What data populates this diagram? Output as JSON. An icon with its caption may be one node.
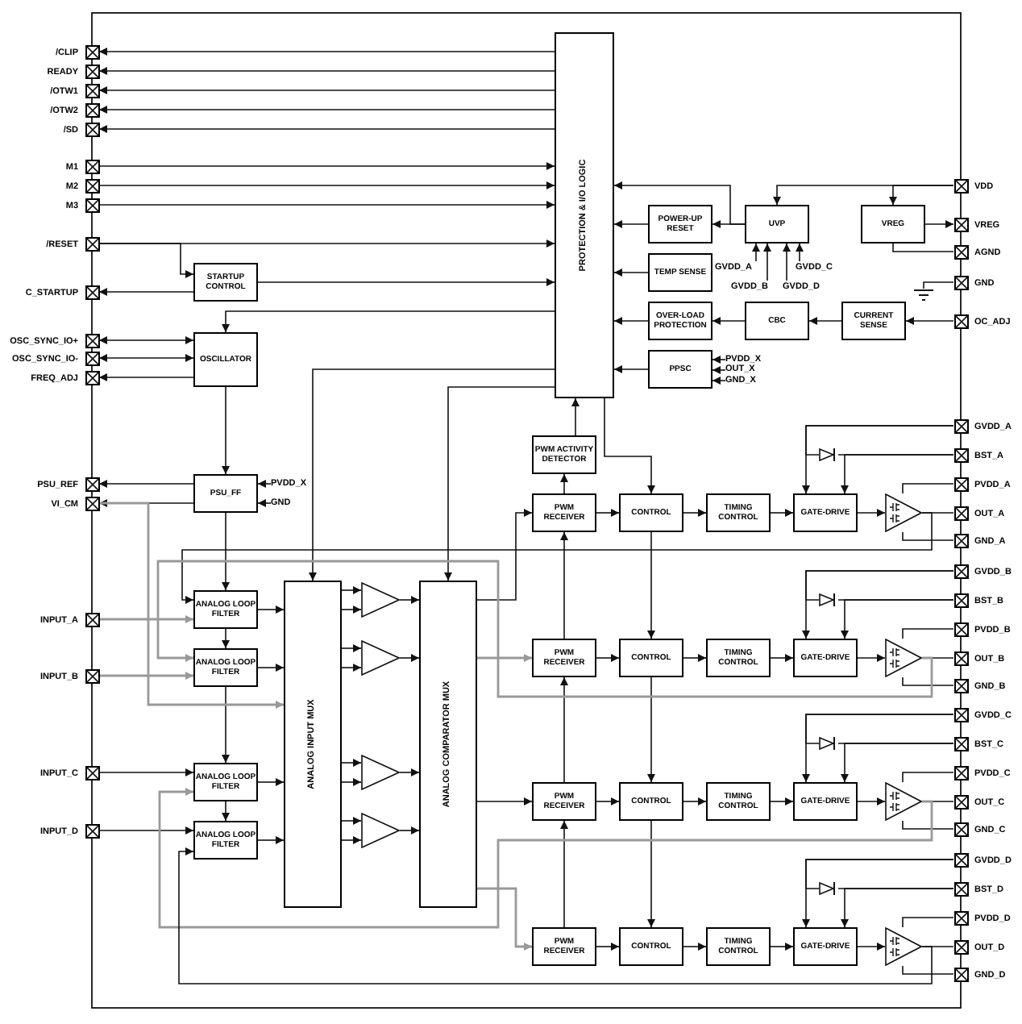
{
  "diagram": {
    "nodes": [
      {
        "text": [],
        "shape": "box",
        "beside": [
          "/CLIP"
        ]
      },
      {
        "text": [],
        "shape": "box",
        "beside": [
          "READY"
        ]
      },
      {
        "text": [],
        "shape": "box",
        "beside": [
          "/OTW1"
        ]
      },
      {
        "text": [],
        "shape": "box",
        "beside": [
          "/OTW2"
        ]
      },
      {
        "text": [],
        "shape": "box",
        "beside": [
          "/SD"
        ]
      },
      {
        "text": [],
        "shape": "box",
        "beside": [
          "M1"
        ]
      },
      {
        "text": [],
        "shape": "box",
        "beside": [
          "M2"
        ]
      },
      {
        "text": [],
        "shape": "box",
        "beside": [
          "M3"
        ]
      },
      {
        "text": [],
        "shape": "box",
        "beside": [
          "/RESET"
        ]
      },
      {
        "text": [],
        "shape": "box",
        "beside": [
          "C_STARTUP"
        ]
      },
      {
        "text": [],
        "shape": "box",
        "beside": [
          "OSC_SYNC_IO+"
        ]
      },
      {
        "text": [],
        "shape": "box",
        "beside": [
          "OSC_SYNC_IO-"
        ]
      },
      {
        "text": [],
        "shape": "box",
        "beside": [
          "FREQ_ADJ"
        ]
      },
      {
        "text": [],
        "shape": "box",
        "beside": [
          "PSU_REF"
        ]
      },
      {
        "text": [],
        "shape": "box",
        "beside": [
          "VI_CM"
        ]
      },
      {
        "text": [],
        "shape": "box",
        "beside": [
          "INPUT_A"
        ]
      },
      {
        "text": [],
        "shape": "box",
        "beside": [
          "INPUT_B"
        ]
      },
      {
        "text": [],
        "shape": "box",
        "beside": [
          "INPUT_C"
        ]
      },
      {
        "text": [],
        "shape": "box",
        "beside": [
          "INPUT_D"
        ]
      },
      {
        "text": [
          "PROTECTION & I/O LOGIC"
        ]
      },
      {
        "text": [
          "POWER-UP RESET"
        ]
      },
      {
        "text": [
          "UVP"
        ]
      },
      {
        "text": [
          "VREG"
        ]
      },
      {
        "text": [
          "TEMP SENSE"
        ]
      },
      {
        "text": [
          "OVER-LOAD PROTECTION"
        ]
      },
      {
        "text": [
          "CBC"
        ]
      },
      {
        "text": [
          "CURRENT SENSE"
        ]
      },
      {
        "text": [
          "PPSC"
        ]
      },
      {
        "text": [
          "STARTUP CONTROL"
        ]
      },
      {
        "text": [
          "OSCILLATOR"
        ]
      },
      {
        "text": [
          "PSU_FF"
        ]
      },
      {
        "text": [
          "PWM ACTIVITY DETECTOR"
        ]
      },
      {
        "text": [],
        "shape": "box",
        "beside": [
          "VDD"
        ]
      },
      {
        "text": [],
        "shape": "box",
        "beside": [
          "VREG"
        ]
      },
      {
        "text": [],
        "shape": "box",
        "beside": [
          "AGND"
        ]
      },
      {
        "text": [],
        "shape": "box",
        "beside": [
          "GND"
        ]
      },
      {
        "text": [],
        "shape": "box",
        "beside": [
          "OC_ADJ"
        ]
      },
      {
        "text": [],
        "shape": "ground"
      },
      {
        "text": [
          "GVDD_A"
        ]
      },
      {
        "text": [
          "GVDD_B"
        ]
      },
      {
        "text": [
          "GVDD_C"
        ]
      },
      {
        "text": [
          "GVDD_D"
        ]
      },
      {
        "text": [
          "PVDD_X"
        ]
      },
      {
        "text": [
          "OUT_X"
        ]
      },
      {
        "text": [
          "GND_X"
        ]
      },
      {
        "text": [
          "PVDD_X"
        ]
      },
      {
        "text": [
          "GND"
        ]
      },
      {
        "text": [
          "ANALOG LOOP FILTER"
        ]
      },
      {
        "text": [
          "ANALOG LOOP FILTER"
        ]
      },
      {
        "text": [
          "ANALOG LOOP FILTER"
        ]
      },
      {
        "text": [
          "ANALOG LOOP FILTER"
        ]
      },
      {
        "text": [
          "ANALOG INPUT MUX"
        ]
      },
      {
        "text": [],
        "shape": "triangle"
      },
      {
        "text": [],
        "shape": "triangle"
      },
      {
        "text": [],
        "shape": "triangle"
      },
      {
        "text": [],
        "shape": "triangle"
      },
      {
        "text": [
          "ANALOG COMPARATOR MUX"
        ]
      },
      {
        "text": [
          "PWM RECEIVER"
        ]
      },
      {
        "text": [
          "CONTROL"
        ]
      },
      {
        "text": [
          "TIMING CONTROL"
        ]
      },
      {
        "text": [
          "GATE-DRIVE"
        ]
      },
      {
        "text": [],
        "shape": "diode"
      },
      {
        "text": [],
        "shape": "triangle"
      },
      {
        "text": [],
        "shape": "box",
        "beside": [
          "GVDD_A"
        ]
      },
      {
        "text": [],
        "shape": "box",
        "beside": [
          "BST_A"
        ]
      },
      {
        "text": [],
        "shape": "box",
        "beside": [
          "PVDD_A"
        ]
      },
      {
        "text": [],
        "shape": "box",
        "beside": [
          "OUT_A"
        ]
      },
      {
        "text": [],
        "shape": "box",
        "beside": [
          "GND_A"
        ]
      },
      {
        "text": [
          "PWM RECEIVER"
        ]
      },
      {
        "text": [
          "CONTROL"
        ]
      },
      {
        "text": [
          "TIMING CONTROL"
        ]
      },
      {
        "text": [
          "GATE-DRIVE"
        ]
      },
      {
        "text": [],
        "shape": "diode"
      },
      {
        "text": [],
        "shape": "triangle"
      },
      {
        "text": [],
        "shape": "box",
        "beside": [
          "GVDD_B"
        ]
      },
      {
        "text": [],
        "shape": "box",
        "beside": [
          "BST_B"
        ]
      },
      {
        "text": [],
        "shape": "box",
        "beside": [
          "PVDD_B"
        ]
      },
      {
        "text": [],
        "shape": "box",
        "beside": [
          "OUT_B"
        ]
      },
      {
        "text": [],
        "shape": "box",
        "beside": [
          "GND_B"
        ]
      },
      {
        "text": [
          "PWM RECEIVER"
        ]
      },
      {
        "text": [
          "CONTROL"
        ]
      },
      {
        "text": [
          "TIMING CONTROL"
        ]
      },
      {
        "text": [
          "GATE-DRIVE"
        ]
      },
      {
        "text": [],
        "shape": "diode"
      },
      {
        "text": [],
        "shape": "triangle"
      },
      {
        "text": [],
        "shape": "box",
        "beside": [
          "GVDD_C"
        ]
      },
      {
        "text": [],
        "shape": "box",
        "beside": [
          "BST_C"
        ]
      },
      {
        "text": [],
        "shape": "box",
        "beside": [
          "PVDD_C"
        ]
      },
      {
        "text": [],
        "shape": "box",
        "beside": [
          "OUT_C"
        ]
      },
      {
        "text": [],
        "shape": "box",
        "beside": [
          "GND_C"
        ]
      },
      {
        "text": [
          "PWM RECEIVER"
        ]
      },
      {
        "text": [
          "CONTROL"
        ]
      },
      {
        "text": [
          "TIMING CONTROL"
        ]
      },
      {
        "text": [
          "GATE-DRIVE"
        ]
      },
      {
        "text": [],
        "shape": "diode"
      },
      {
        "text": [],
        "shape": "triangle"
      },
      {
        "text": [],
        "shape": "box",
        "beside": [
          "GVDD_D"
        ]
      },
      {
        "text": [],
        "shape": "box",
        "beside": [
          "BST_D"
        ]
      },
      {
        "text": [],
        "shape": "box",
        "beside": [
          "PVDD_D"
        ]
      },
      {
        "text": [],
        "shape": "box",
        "beside": [
          "OUT_D"
        ]
      },
      {
        "text": [],
        "shape": "box",
        "beside": [
          "GND_D"
        ]
      }
    ],
    "edges": [
      {
        "from": 19,
        "to": 0,
        "arrow": "to"
      },
      {
        "from": 19,
        "to": 1,
        "arrow": "to"
      },
      {
        "from": 19,
        "to": 2,
        "arrow": "to"
      },
      {
        "from": 19,
        "to": 3,
        "arrow": "to"
      },
      {
        "from": 19,
        "to": 4,
        "arrow": "to"
      },
      {
        "from": 5,
        "to": 19,
        "arrow": "to"
      },
      {
        "from": 6,
        "to": 19,
        "arrow": "to"
      },
      {
        "from": 7,
        "to": 19,
        "arrow": "to"
      },
      {
        "from": 8,
        "to": 19,
        "arrow": "to"
      },
      {
        "from": 8,
        "to": 28,
        "arrow": "to"
      },
      {
        "from": 28,
        "to": 19,
        "arrow": "to"
      },
      {
        "from": 28,
        "to": 9,
        "arrow": "to"
      },
      {
        "from": 19,
        "to": 29,
        "arrow": "to"
      },
      {
        "from": 10,
        "to": 29,
        "arrow": "both"
      },
      {
        "from": 11,
        "to": 29,
        "arrow": "both"
      },
      {
        "from": 29,
        "to": 12,
        "arrow": "to"
      },
      {
        "from": 29,
        "to": 30,
        "arrow": "to"
      },
      {
        "from": 30,
        "to": 13,
        "arrow": "to"
      },
      {
        "from": 30,
        "to": 14,
        "arrow": "to"
      },
      {
        "from": 45,
        "to": 30,
        "arrow": "to"
      },
      {
        "from": 46,
        "to": 30,
        "arrow": "to"
      },
      {
        "from": 19,
        "to": 51,
        "arrow": "to"
      },
      {
        "from": 19,
        "to": 56,
        "arrow": "to"
      },
      {
        "from": 19,
        "to": 58,
        "arrow": "to"
      },
      {
        "from": 31,
        "to": 19,
        "arrow": "to"
      },
      {
        "from": 57,
        "to": 31,
        "arrow": "to"
      },
      {
        "from": 32,
        "to": 21,
        "arrow": "to"
      },
      {
        "from": 32,
        "to": 22,
        "arrow": "to"
      },
      {
        "from": 21,
        "to": 19,
        "arrow": "to"
      },
      {
        "from": 21,
        "to": 20,
        "arrow": "to"
      },
      {
        "from": 20,
        "to": 19,
        "arrow": "to"
      },
      {
        "from": 23,
        "to": 19,
        "arrow": "to"
      },
      {
        "from": 24,
        "to": 19,
        "arrow": "to"
      },
      {
        "from": 27,
        "to": 19,
        "arrow": "to"
      },
      {
        "from": 25,
        "to": 24,
        "arrow": "to"
      },
      {
        "from": 26,
        "to": 25,
        "arrow": "to"
      },
      {
        "from": 36,
        "to": 26,
        "arrow": "to"
      },
      {
        "from": 22,
        "to": 33,
        "arrow": "to"
      },
      {
        "from": 22,
        "to": 34,
        "arrow": "none"
      },
      {
        "from": 35,
        "to": 37,
        "arrow": "none"
      },
      {
        "from": 38,
        "to": 21,
        "arrow": "to"
      },
      {
        "from": 39,
        "to": 21,
        "arrow": "to"
      },
      {
        "from": 40,
        "to": 21,
        "arrow": "to"
      },
      {
        "from": 41,
        "to": 21,
        "arrow": "to"
      },
      {
        "from": 42,
        "to": 27,
        "arrow": "to"
      },
      {
        "from": 43,
        "to": 27,
        "arrow": "to"
      },
      {
        "from": 44,
        "to": 27,
        "arrow": "to"
      },
      {
        "from": 30,
        "to": 47,
        "arrow": "to"
      },
      {
        "from": 47,
        "to": 48,
        "arrow": "to"
      },
      {
        "from": 48,
        "to": 49,
        "arrow": "to"
      },
      {
        "from": 49,
        "to": 50,
        "arrow": "to"
      },
      {
        "from": 15,
        "to": 47,
        "arrow": "to",
        "color": "#999999"
      },
      {
        "from": 16,
        "to": 48,
        "arrow": "to",
        "color": "#999999"
      },
      {
        "from": 17,
        "to": 49,
        "arrow": "to"
      },
      {
        "from": 18,
        "to": 50,
        "arrow": "to"
      },
      {
        "from": 47,
        "to": 51,
        "arrow": "to"
      },
      {
        "from": 48,
        "to": 51,
        "arrow": "to"
      },
      {
        "from": 49,
        "to": 51,
        "arrow": "to"
      },
      {
        "from": 50,
        "to": 51,
        "arrow": "to"
      },
      {
        "from": 14,
        "to": 51,
        "arrow": "to",
        "color": "#999999"
      },
      {
        "from": 51,
        "to": 52,
        "arrow": "to"
      },
      {
        "from": 51,
        "to": 52,
        "arrow": "to"
      },
      {
        "from": 51,
        "to": 53,
        "arrow": "to"
      },
      {
        "from": 51,
        "to": 53,
        "arrow": "to"
      },
      {
        "from": 51,
        "to": 54,
        "arrow": "to"
      },
      {
        "from": 51,
        "to": 54,
        "arrow": "to"
      },
      {
        "from": 51,
        "to": 55,
        "arrow": "to"
      },
      {
        "from": 51,
        "to": 55,
        "arrow": "to"
      },
      {
        "from": 52,
        "to": 56,
        "arrow": "to"
      },
      {
        "from": 53,
        "to": 56,
        "arrow": "to"
      },
      {
        "from": 54,
        "to": 56,
        "arrow": "to"
      },
      {
        "from": 55,
        "to": 56,
        "arrow": "to"
      },
      {
        "from": 56,
        "to": 57,
        "arrow": "to"
      },
      {
        "from": 56,
        "to": 68,
        "arrow": "to",
        "color": "#999999"
      },
      {
        "from": 56,
        "to": 79,
        "arrow": "to"
      },
      {
        "from": 56,
        "to": 90,
        "arrow": "to",
        "color": "#999999"
      },
      {
        "from": 57,
        "to": 58,
        "arrow": "to"
      },
      {
        "from": 58,
        "to": 59,
        "arrow": "to"
      },
      {
        "from": 59,
        "to": 60,
        "arrow": "to"
      },
      {
        "from": 60,
        "to": 62,
        "arrow": "to"
      },
      {
        "from": 62,
        "to": 66,
        "arrow": "none"
      },
      {
        "from": 63,
        "to": 60,
        "arrow": "to"
      },
      {
        "from": 64,
        "to": 60,
        "arrow": "to"
      },
      {
        "from": 63,
        "to": 61,
        "arrow": "none"
      },
      {
        "from": 61,
        "to": 64,
        "arrow": "none"
      },
      {
        "from": 65,
        "to": 62,
        "arrow": "none"
      },
      {
        "from": 67,
        "to": 62,
        "arrow": "none"
      },
      {
        "from": 68,
        "to": 69,
        "arrow": "to"
      },
      {
        "from": 69,
        "to": 70,
        "arrow": "to"
      },
      {
        "from": 70,
        "to": 71,
        "arrow": "to"
      },
      {
        "from": 71,
        "to": 73,
        "arrow": "to"
      },
      {
        "from": 73,
        "to": 77,
        "arrow": "none"
      },
      {
        "from": 74,
        "to": 71,
        "arrow": "to"
      },
      {
        "from": 75,
        "to": 71,
        "arrow": "to"
      },
      {
        "from": 74,
        "to": 72,
        "arrow": "none"
      },
      {
        "from": 72,
        "to": 75,
        "arrow": "none"
      },
      {
        "from": 76,
        "to": 73,
        "arrow": "none"
      },
      {
        "from": 78,
        "to": 73,
        "arrow": "none"
      },
      {
        "from": 79,
        "to": 80,
        "arrow": "to"
      },
      {
        "from": 80,
        "to": 81,
        "arrow": "to"
      },
      {
        "from": 81,
        "to": 82,
        "arrow": "to"
      },
      {
        "from": 82,
        "to": 84,
        "arrow": "to"
      },
      {
        "from": 84,
        "to": 88,
        "arrow": "none"
      },
      {
        "from": 85,
        "to": 82,
        "arrow": "to"
      },
      {
        "from": 86,
        "to": 82,
        "arrow": "to"
      },
      {
        "from": 85,
        "to": 83,
        "arrow": "none"
      },
      {
        "from": 83,
        "to": 86,
        "arrow": "none"
      },
      {
        "from": 87,
        "to": 84,
        "arrow": "none"
      },
      {
        "from": 89,
        "to": 84,
        "arrow": "none"
      },
      {
        "from": 90,
        "to": 91,
        "arrow": "to"
      },
      {
        "from": 91,
        "to": 92,
        "arrow": "to"
      },
      {
        "from": 92,
        "to": 93,
        "arrow": "to"
      },
      {
        "from": 93,
        "to": 95,
        "arrow": "to"
      },
      {
        "from": 95,
        "to": 99,
        "arrow": "none"
      },
      {
        "from": 96,
        "to": 93,
        "arrow": "to"
      },
      {
        "from": 97,
        "to": 93,
        "arrow": "to"
      },
      {
        "from": 96,
        "to": 94,
        "arrow": "none"
      },
      {
        "from": 94,
        "to": 97,
        "arrow": "none"
      },
      {
        "from": 98,
        "to": 95,
        "arrow": "none"
      },
      {
        "from": 100,
        "to": 95,
        "arrow": "none"
      },
      {
        "from": 58,
        "to": 69,
        "arrow": "to"
      },
      {
        "from": 69,
        "to": 80,
        "arrow": "to"
      },
      {
        "from": 80,
        "to": 91,
        "arrow": "to"
      },
      {
        "from": 68,
        "to": 57,
        "arrow": "to"
      },
      {
        "from": 79,
        "to": 68,
        "arrow": "to"
      },
      {
        "from": 90,
        "to": 79,
        "arrow": "to"
      },
      {
        "from": 62,
        "to": 47,
        "arrow": "to"
      },
      {
        "from": 73,
        "to": 48,
        "arrow": "to",
        "color": "#999999"
      },
      {
        "from": 84,
        "to": 49,
        "arrow": "to",
        "color": "#999999"
      },
      {
        "from": 95,
        "to": 50,
        "arrow": "to"
      }
    ]
  }
}
